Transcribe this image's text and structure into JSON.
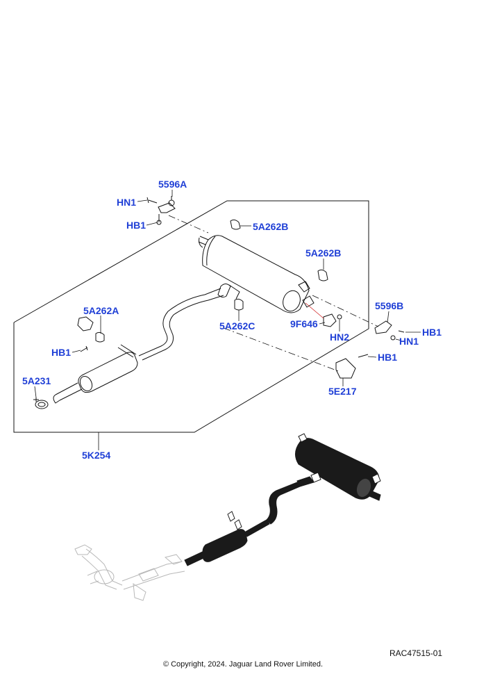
{
  "callouts": {
    "c5596A": "5596A",
    "hn1_top": "HN1",
    "hb1_top": "HB1",
    "c5A262B_top": "5A262B",
    "c5A262B_right": "5A262B",
    "c5A262A": "5A262A",
    "hb1_left": "HB1",
    "c5A231": "5A231",
    "c5A262C": "5A262C",
    "c9F646": "9F646",
    "hn2": "HN2",
    "c5596B": "5596B",
    "hb1_right": "HB1",
    "hn1_right": "HN1",
    "hb1_lower": "HB1",
    "c5E217": "5E217",
    "c5K254": "5K254"
  },
  "footer": {
    "ref": "RAC47515-01",
    "copyright": "© Copyright, 2024. Jaguar Land Rover Limited."
  },
  "colors": {
    "callout": "#1f3fd6",
    "line": "#111111",
    "overview_fill": "#1a1a1a",
    "overview_ghost": "#b8b8b8",
    "sensor_lead": "#d02020"
  }
}
